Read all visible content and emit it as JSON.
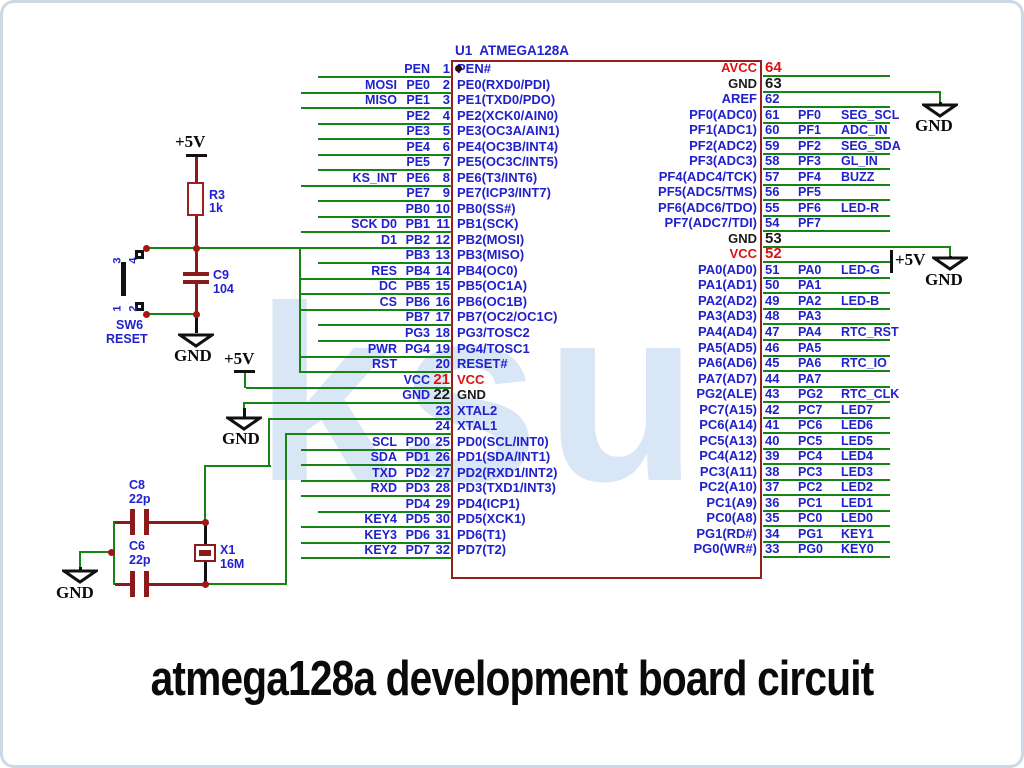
{
  "page": {
    "caption": "atmega128a development board circuit"
  },
  "watermark": {
    "text": "ksu"
  },
  "chip": {
    "ref": "U1",
    "part": "ATMEGA128A",
    "title": "U1  ATMEGA128A"
  },
  "power": {
    "vcc": "+5V",
    "gnd": "GND"
  },
  "colors": {
    "wire_green": "#158515",
    "component_red": "#8b1a1a",
    "chip_border": "#94201c",
    "text_blue": "#2121cc",
    "text_red": "#dd1111",
    "text_black": "#1a1a1a",
    "watermark_blue": "#d9e6f5"
  },
  "components": {
    "r3": {
      "ref": "R3",
      "value": "1k"
    },
    "c9": {
      "ref": "C9",
      "value": "104"
    },
    "sw6": {
      "ref": "SW6",
      "name": "RESET",
      "pins": [
        "3",
        "4",
        "1",
        "2"
      ]
    },
    "c8": {
      "ref": "C8",
      "value": "22p"
    },
    "c6": {
      "ref": "C6",
      "value": "22p"
    },
    "x1": {
      "ref": "X1",
      "value": "16M"
    }
  },
  "left_pins": [
    {
      "n": 1,
      "ext": "",
      "port": "PEN",
      "inner": "PEN#",
      "kind": "io"
    },
    {
      "n": 2,
      "ext": "MOSI",
      "port": "PE0",
      "inner": "PE0(RXD0/PDI)",
      "kind": "io"
    },
    {
      "n": 3,
      "ext": "MISO",
      "port": "PE1",
      "inner": "PE1(TXD0/PDO)",
      "kind": "io"
    },
    {
      "n": 4,
      "ext": "",
      "port": "PE2",
      "inner": "PE2(XCK0/AIN0)",
      "kind": "io"
    },
    {
      "n": 5,
      "ext": "",
      "port": "PE3",
      "inner": "PE3(OC3A/AIN1)",
      "kind": "io"
    },
    {
      "n": 6,
      "ext": "",
      "port": "PE4",
      "inner": "PE4(OC3B/INT4)",
      "kind": "io"
    },
    {
      "n": 7,
      "ext": "",
      "port": "PE5",
      "inner": "PE5(OC3C/INT5)",
      "kind": "io"
    },
    {
      "n": 8,
      "ext": "KS_INT",
      "port": "PE6",
      "inner": "PE6(T3/INT6)",
      "kind": "io"
    },
    {
      "n": 9,
      "ext": "",
      "port": "PE7",
      "inner": "PE7(ICP3/INT7)",
      "kind": "io"
    },
    {
      "n": 10,
      "ext": "",
      "port": "PB0",
      "inner": "PB0(SS#)",
      "kind": "io"
    },
    {
      "n": 11,
      "ext": "SCK D0",
      "port": "PB1",
      "inner": "PB1(SCK)",
      "kind": "io"
    },
    {
      "n": 12,
      "ext": "D1",
      "port": "PB2",
      "inner": "PB2(MOSI)",
      "kind": "io"
    },
    {
      "n": 13,
      "ext": "",
      "port": "PB3",
      "inner": "PB3(MISO)",
      "kind": "io"
    },
    {
      "n": 14,
      "ext": "RES",
      "port": "PB4",
      "inner": "PB4(OC0)",
      "kind": "io"
    },
    {
      "n": 15,
      "ext": "DC",
      "port": "PB5",
      "inner": "PB5(OC1A)",
      "kind": "io"
    },
    {
      "n": 16,
      "ext": "CS",
      "port": "PB6",
      "inner": "PB6(OC1B)",
      "kind": "io"
    },
    {
      "n": 17,
      "ext": "",
      "port": "PB7",
      "inner": "PB7(OC2/OC1C)",
      "kind": "io"
    },
    {
      "n": 18,
      "ext": "",
      "port": "PG3",
      "inner": "PG3/TOSC2",
      "kind": "io"
    },
    {
      "n": 19,
      "ext": "PWR",
      "port": "PG4",
      "inner": "PG4/TOSC1",
      "kind": "io"
    },
    {
      "n": 20,
      "ext": "RST",
      "port": "",
      "inner": "RESET#",
      "kind": "io"
    },
    {
      "n": 21,
      "ext": "",
      "port": "VCC",
      "inner": "VCC",
      "kind": "vcc"
    },
    {
      "n": 22,
      "ext": "",
      "port": "GND",
      "inner": "GND",
      "kind": "gnd"
    },
    {
      "n": 23,
      "ext": "",
      "port": "",
      "inner": "XTAL2",
      "kind": "io"
    },
    {
      "n": 24,
      "ext": "",
      "port": "",
      "inner": "XTAL1",
      "kind": "io"
    },
    {
      "n": 25,
      "ext": "SCL",
      "port": "PD0",
      "inner": "PD0(SCL/INT0)",
      "kind": "io"
    },
    {
      "n": 26,
      "ext": "SDA",
      "port": "PD1",
      "inner": "PD1(SDA/INT1)",
      "kind": "io"
    },
    {
      "n": 27,
      "ext": "TXD",
      "port": "PD2",
      "inner": "PD2(RXD1/INT2)",
      "kind": "io"
    },
    {
      "n": 28,
      "ext": "RXD",
      "port": "PD3",
      "inner": "PD3(TXD1/INT3)",
      "kind": "io"
    },
    {
      "n": 29,
      "ext": "",
      "port": "PD4",
      "inner": "PD4(ICP1)",
      "kind": "io"
    },
    {
      "n": 30,
      "ext": "KEY4",
      "port": "PD5",
      "inner": "PD5(XCK1)",
      "kind": "io"
    },
    {
      "n": 31,
      "ext": "KEY3",
      "port": "PD6",
      "inner": "PD6(T1)",
      "kind": "io"
    },
    {
      "n": 32,
      "ext": "KEY2",
      "port": "PD7",
      "inner": "PD7(T2)",
      "kind": "io"
    }
  ],
  "right_pins": [
    {
      "n": 64,
      "port": "",
      "ext": "",
      "inner": "AVCC",
      "kind": "vcc"
    },
    {
      "n": 63,
      "port": "",
      "ext": "",
      "inner": "GND",
      "kind": "gnd"
    },
    {
      "n": 62,
      "port": "",
      "ext": "",
      "inner": "AREF",
      "kind": "io"
    },
    {
      "n": 61,
      "port": "PF0",
      "ext": "SEG_SCL",
      "inner": "PF0(ADC0)",
      "kind": "io"
    },
    {
      "n": 60,
      "port": "PF1",
      "ext": "ADC_IN",
      "inner": "PF1(ADC1)",
      "kind": "io"
    },
    {
      "n": 59,
      "port": "PF2",
      "ext": "SEG_SDA",
      "inner": "PF2(ADC2)",
      "kind": "io"
    },
    {
      "n": 58,
      "port": "PF3",
      "ext": "GL_IN",
      "inner": "PF3(ADC3)",
      "kind": "io"
    },
    {
      "n": 57,
      "port": "PF4",
      "ext": "BUZZ",
      "inner": "PF4(ADC4/TCK)",
      "kind": "io"
    },
    {
      "n": 56,
      "port": "PF5",
      "ext": "",
      "inner": "PF5(ADC5/TMS)",
      "kind": "io"
    },
    {
      "n": 55,
      "port": "PF6",
      "ext": "LED-R",
      "inner": "PF6(ADC6/TDO)",
      "kind": "io"
    },
    {
      "n": 54,
      "port": "PF7",
      "ext": "",
      "inner": "PF7(ADC7/TDI)",
      "kind": "io"
    },
    {
      "n": 53,
      "port": "",
      "ext": "",
      "inner": "GND",
      "kind": "gnd"
    },
    {
      "n": 52,
      "port": "",
      "ext": "",
      "inner": "VCC",
      "kind": "vcc"
    },
    {
      "n": 51,
      "port": "PA0",
      "ext": "LED-G",
      "inner": "PA0(AD0)",
      "kind": "io"
    },
    {
      "n": 50,
      "port": "PA1",
      "ext": "",
      "inner": "PA1(AD1)",
      "kind": "io"
    },
    {
      "n": 49,
      "port": "PA2",
      "ext": "LED-B",
      "inner": "PA2(AD2)",
      "kind": "io"
    },
    {
      "n": 48,
      "port": "PA3",
      "ext": "",
      "inner": "PA3(AD3)",
      "kind": "io"
    },
    {
      "n": 47,
      "port": "PA4",
      "ext": "RTC_RST",
      "inner": "PA4(AD4)",
      "kind": "io"
    },
    {
      "n": 46,
      "port": "PA5",
      "ext": "",
      "inner": "PA5(AD5)",
      "kind": "io"
    },
    {
      "n": 45,
      "port": "PA6",
      "ext": "RTC_IO",
      "inner": "PA6(AD6)",
      "kind": "io"
    },
    {
      "n": 44,
      "port": "PA7",
      "ext": "",
      "inner": "PA7(AD7)",
      "kind": "io"
    },
    {
      "n": 43,
      "port": "PG2",
      "ext": "RTC_CLK",
      "inner": "PG2(ALE)",
      "kind": "io"
    },
    {
      "n": 42,
      "port": "PC7",
      "ext": "LED7",
      "inner": "PC7(A15)",
      "kind": "io"
    },
    {
      "n": 41,
      "port": "PC6",
      "ext": "LED6",
      "inner": "PC6(A14)",
      "kind": "io"
    },
    {
      "n": 40,
      "port": "PC5",
      "ext": "LED5",
      "inner": "PC5(A13)",
      "kind": "io"
    },
    {
      "n": 39,
      "port": "PC4",
      "ext": "LED4",
      "inner": "PC4(A12)",
      "kind": "io"
    },
    {
      "n": 38,
      "port": "PC3",
      "ext": "LED3",
      "inner": "PC3(A11)",
      "kind": "io"
    },
    {
      "n": 37,
      "port": "PC2",
      "ext": "LED2",
      "inner": "PC2(A10)",
      "kind": "io"
    },
    {
      "n": 36,
      "port": "PC1",
      "ext": "LED1",
      "inner": "PC1(A9)",
      "kind": "io"
    },
    {
      "n": 35,
      "port": "PC0",
      "ext": "LED0",
      "inner": "PC0(A8)",
      "kind": "io"
    },
    {
      "n": 34,
      "port": "PG1",
      "ext": "KEY1",
      "inner": "PG1(RD#)",
      "kind": "io"
    },
    {
      "n": 33,
      "port": "PG0",
      "ext": "KEY0",
      "inner": "PG0(WR#)",
      "kind": "io"
    }
  ]
}
